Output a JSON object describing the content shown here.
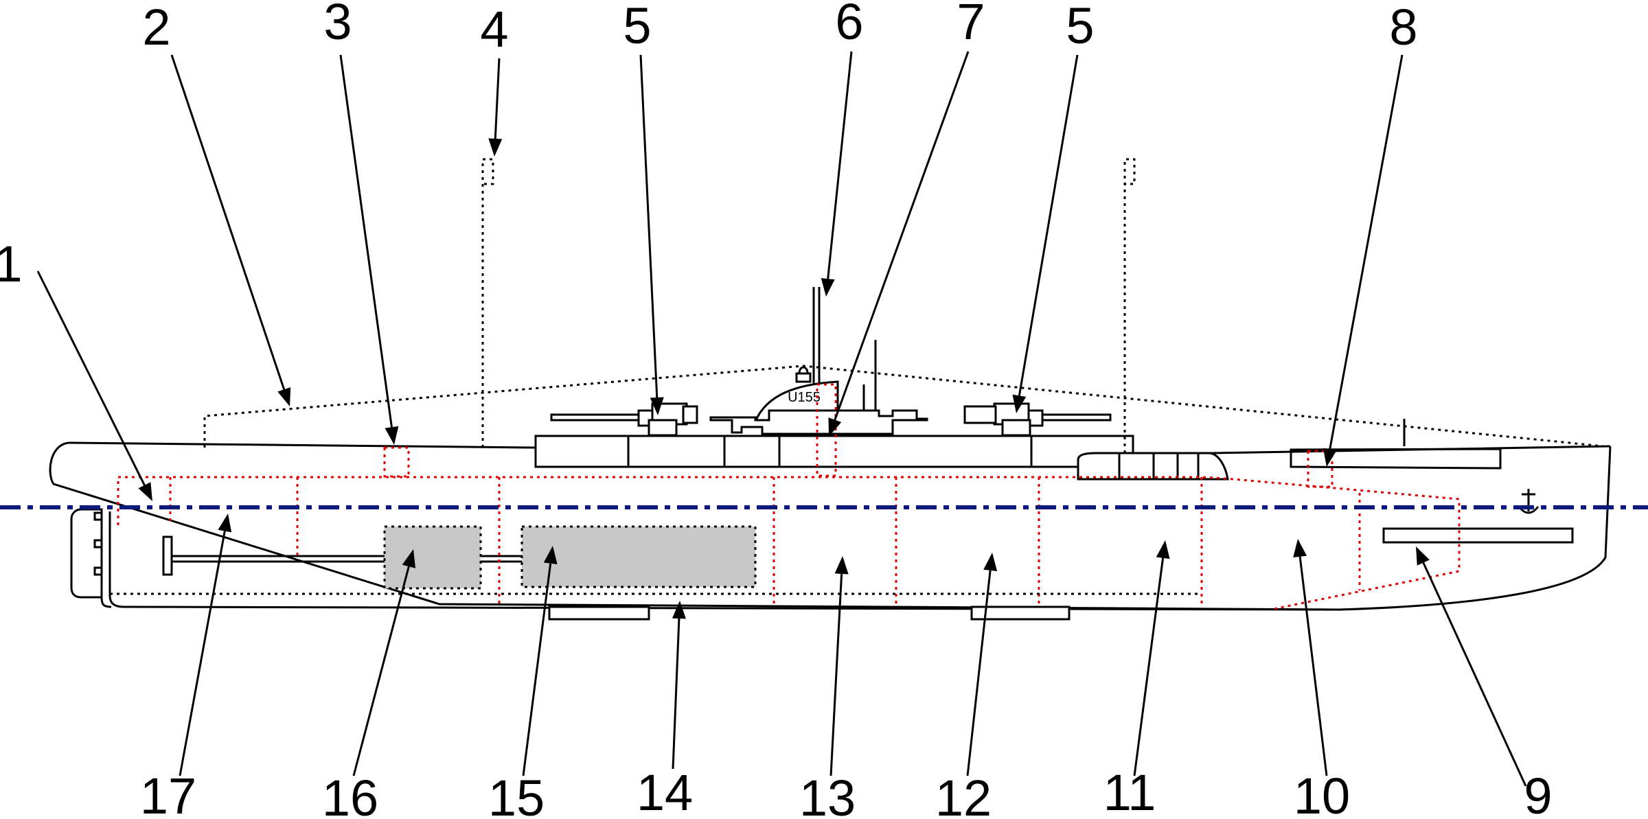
{
  "callouts": [
    {
      "id": "1",
      "label": "1"
    },
    {
      "id": "2",
      "label": "2"
    },
    {
      "id": "3",
      "label": "3"
    },
    {
      "id": "4",
      "label": "4"
    },
    {
      "id": "5a",
      "label": "5"
    },
    {
      "id": "6",
      "label": "6"
    },
    {
      "id": "7",
      "label": "7"
    },
    {
      "id": "5b",
      "label": "5"
    },
    {
      "id": "8",
      "label": "8"
    },
    {
      "id": "9",
      "label": "9"
    },
    {
      "id": "10",
      "label": "10"
    },
    {
      "id": "11",
      "label": "11"
    },
    {
      "id": "12",
      "label": "12"
    },
    {
      "id": "13",
      "label": "13"
    },
    {
      "id": "14",
      "label": "14"
    },
    {
      "id": "15",
      "label": "15"
    },
    {
      "id": "16",
      "label": "16"
    },
    {
      "id": "17",
      "label": "17"
    }
  ],
  "hull_marking": "U155",
  "colors": {
    "outline": "#000000",
    "compartment_divisions": "#e00000",
    "waterline": "#0d1a7a",
    "tanks": "#c8c8c8"
  }
}
